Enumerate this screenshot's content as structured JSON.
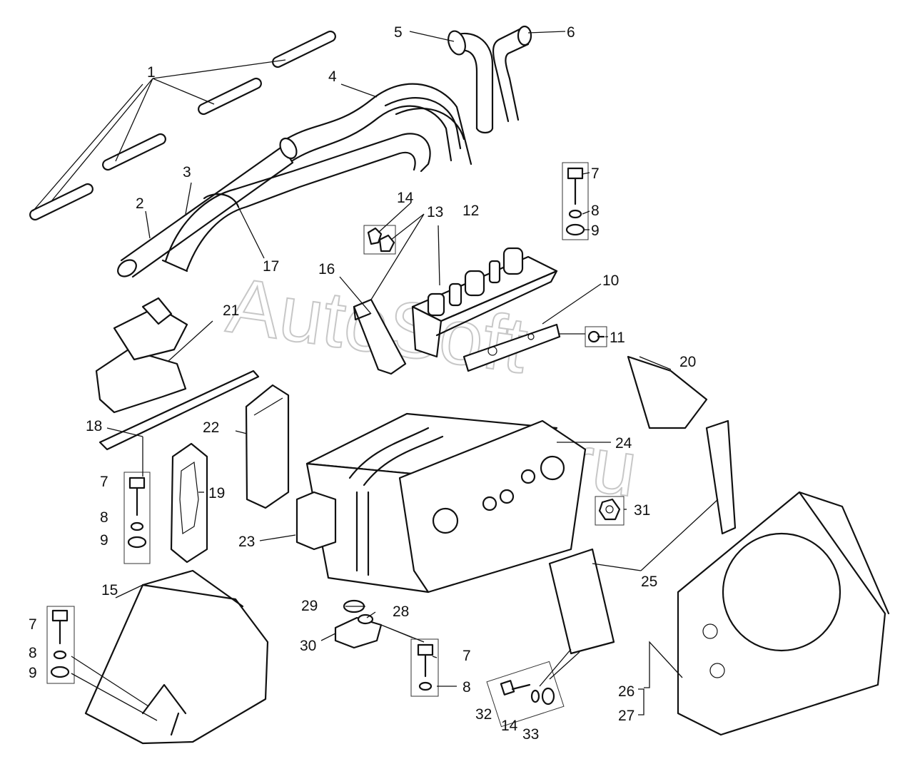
{
  "watermark": {
    "line1": "AutoSoft",
    "line2": ".ru"
  },
  "callouts": [
    {
      "id": "c1",
      "text": "1"
    },
    {
      "id": "c2",
      "text": "2"
    },
    {
      "id": "c3",
      "text": "3"
    },
    {
      "id": "c4",
      "text": "4"
    },
    {
      "id": "c5",
      "text": "5"
    },
    {
      "id": "c6",
      "text": "6"
    },
    {
      "id": "c7a",
      "text": "7"
    },
    {
      "id": "c8a",
      "text": "8"
    },
    {
      "id": "c9a",
      "text": "9"
    },
    {
      "id": "c10",
      "text": "10"
    },
    {
      "id": "c11",
      "text": "11"
    },
    {
      "id": "c12",
      "text": "12"
    },
    {
      "id": "c13",
      "text": "13"
    },
    {
      "id": "c14a",
      "text": "14"
    },
    {
      "id": "c15",
      "text": "15"
    },
    {
      "id": "c16",
      "text": "16"
    },
    {
      "id": "c17",
      "text": "17"
    },
    {
      "id": "c18",
      "text": "18"
    },
    {
      "id": "c19",
      "text": "19"
    },
    {
      "id": "c20",
      "text": "20"
    },
    {
      "id": "c21",
      "text": "21"
    },
    {
      "id": "c22",
      "text": "22"
    },
    {
      "id": "c23",
      "text": "23"
    },
    {
      "id": "c24",
      "text": "24"
    },
    {
      "id": "c25",
      "text": "25"
    },
    {
      "id": "c26",
      "text": "26"
    },
    {
      "id": "c27",
      "text": "27"
    },
    {
      "id": "c28",
      "text": "28"
    },
    {
      "id": "c29",
      "text": "29"
    },
    {
      "id": "c30",
      "text": "30"
    },
    {
      "id": "c31",
      "text": "31"
    },
    {
      "id": "c32",
      "text": "32"
    },
    {
      "id": "c33",
      "text": "33"
    },
    {
      "id": "c7b",
      "text": "7"
    },
    {
      "id": "c8b",
      "text": "8"
    },
    {
      "id": "c9b",
      "text": "9"
    },
    {
      "id": "c7c",
      "text": "7"
    },
    {
      "id": "c8c",
      "text": "8"
    },
    {
      "id": "c9c",
      "text": "9"
    },
    {
      "id": "c7d",
      "text": "7"
    },
    {
      "id": "c8d",
      "text": "8"
    },
    {
      "id": "c14b",
      "text": "14"
    }
  ]
}
